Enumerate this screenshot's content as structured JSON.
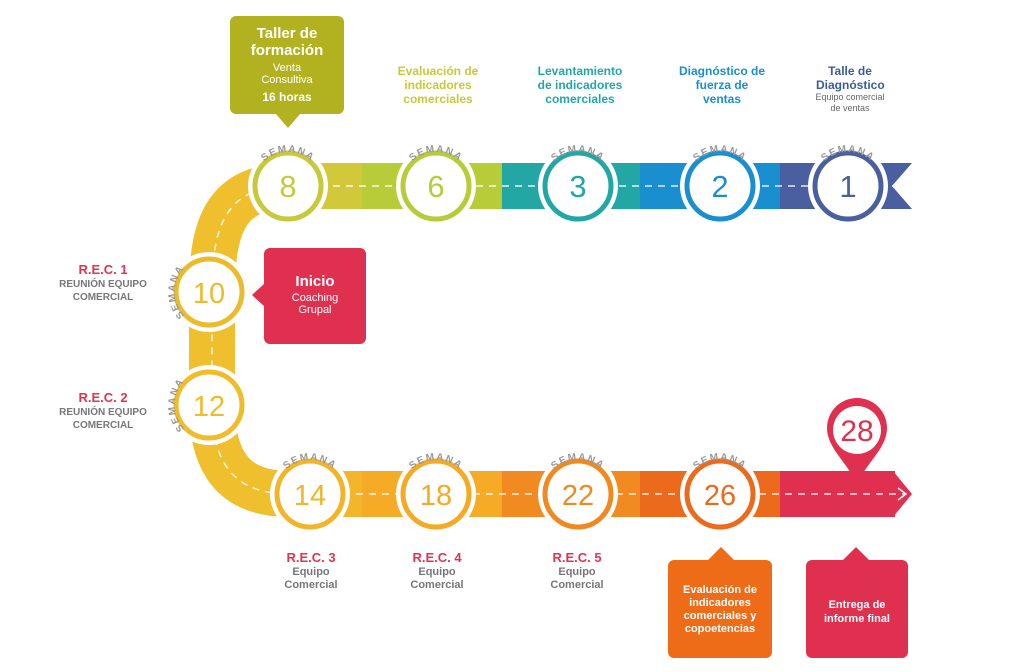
{
  "top_callout": {
    "title": "Taller de formación",
    "subtitle": "Venta Consultiva",
    "hours": "16 horas",
    "color": "#b2b220"
  },
  "inicio_callout": {
    "title": "Inicio",
    "subtitle": "Coaching Grupal",
    "color": "#e03050"
  },
  "top_labels": [
    {
      "title": "Evaluación de indicadores comerciales",
      "color": "#c6c93a"
    },
    {
      "title": "Levantamiento de indicadores comerciales",
      "color": "#22a7a4"
    },
    {
      "title": "Diagnóstico de fuerza de ventas",
      "color": "#1a8fd0"
    },
    {
      "title": "Talle de Diagnóstico",
      "subtitle": "Equipo comercial de ventas",
      "color": "#3c5b9a"
    }
  ],
  "rec_left": [
    {
      "title": "R.E.C. 1",
      "subtitle": "REUNIÓN EQUIPO COMERCIAL"
    },
    {
      "title": "R.E.C. 2",
      "subtitle": "REUNIÓN EQUIPO COMERCIAL"
    }
  ],
  "rec_bottom": [
    {
      "title": "R.E.C. 3",
      "subtitle": "Equipo Comercial"
    },
    {
      "title": "R.E.C. 4",
      "subtitle": "Equipo Comercial"
    },
    {
      "title": "R.E.C. 5",
      "subtitle": "Equipo Comercial"
    }
  ],
  "bottom_callouts": [
    {
      "title": "Evaluación de indicadores comerciales y copoetencias",
      "color": "#ee6b18"
    },
    {
      "title": "Entrega de informe final",
      "color": "#e03050"
    }
  ],
  "semana_label": "SEMANA",
  "weeks": [
    {
      "number": "8",
      "color": "#c6c93a",
      "semana": true
    },
    {
      "number": "6",
      "color": "#b8cc3a",
      "semana": true
    },
    {
      "number": "3",
      "color": "#22a7a4",
      "semana": true
    },
    {
      "number": "2",
      "color": "#1a8fd0",
      "semana": true
    },
    {
      "number": "1",
      "color": "#4a5f9f",
      "semana": true
    },
    {
      "number": "10",
      "color": "#ecbb2c",
      "semana": true
    },
    {
      "number": "12",
      "color": "#f0bc2a",
      "semana": true
    },
    {
      "number": "14",
      "color": "#f2b52a",
      "semana": true
    },
    {
      "number": "18",
      "color": "#f5aa25",
      "semana": true
    },
    {
      "number": "22",
      "color": "#f08a20",
      "semana": true
    },
    {
      "number": "26",
      "color": "#ec6a1c",
      "semana": true
    }
  ],
  "final_marker": {
    "number": "28",
    "color": "#e03050"
  }
}
